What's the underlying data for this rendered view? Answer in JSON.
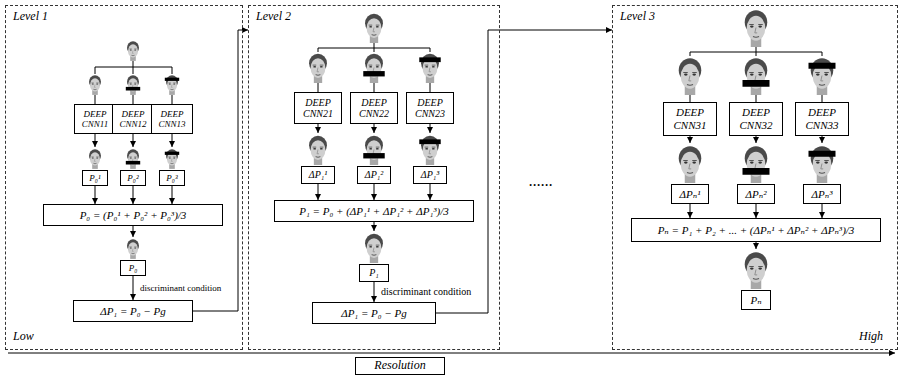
{
  "diagram": {
    "nodes": [
      {
        "text": [
          "Level 1"
        ]
      },
      {
        "text": [
          "DEEP CNN11"
        ],
        "in": 0
      },
      {
        "text": [
          "DEEP CNN12"
        ],
        "in": 0
      },
      {
        "text": [
          "DEEP CNN13"
        ],
        "in": 0
      },
      {
        "text": [
          "P₀¹"
        ],
        "in": 0
      },
      {
        "text": [
          "P₀²"
        ],
        "in": 0
      },
      {
        "text": [
          "P₀³"
        ],
        "in": 0
      },
      {
        "text": [
          "P₀ = (P₀¹ + P₀² + P₀³)/3"
        ],
        "in": 0
      },
      {
        "text": [
          "P₀"
        ],
        "in": 0
      },
      {
        "text": [
          "ΔP₁ = P₀ − Pg"
        ],
        "in": 0
      },
      {
        "text": [
          "Level 2"
        ]
      },
      {
        "text": [
          "DEEP CNN21"
        ],
        "in": 10
      },
      {
        "text": [
          "DEEP CNN22"
        ],
        "in": 10
      },
      {
        "text": [
          "DEEP CNN23"
        ],
        "in": 10
      },
      {
        "text": [
          "ΔP₁¹"
        ],
        "in": 10
      },
      {
        "text": [
          "ΔP₁²"
        ],
        "in": 10
      },
      {
        "text": [
          "ΔP₁³"
        ],
        "in": 10
      },
      {
        "text": [
          "P₁ = P₀ + (ΔP₁¹ + ΔP₁² + ΔP₁³)/3"
        ],
        "in": 10
      },
      {
        "text": [
          "P₁"
        ],
        "in": 10
      },
      {
        "text": [
          "ΔP₁ = P₀ − Pg"
        ],
        "in": 10
      },
      {
        "text": [
          "Level 3"
        ]
      },
      {
        "text": [
          "DEEP CNN31"
        ],
        "in": 20
      },
      {
        "text": [
          "DEEP CNN32"
        ],
        "in": 20
      },
      {
        "text": [
          "DEEP CNN33"
        ],
        "in": 20
      },
      {
        "text": [
          "ΔPₙ¹"
        ],
        "in": 20
      },
      {
        "text": [
          "ΔPₙ²"
        ],
        "in": 20
      },
      {
        "text": [
          "ΔPₙ³"
        ],
        "in": 20
      },
      {
        "text": [
          "Pₙ = P₁ + P₂ + ... + (ΔPₙ¹ + ΔPₙ² + ΔPₙ³)/3"
        ],
        "in": 20
      },
      {
        "text": [
          "Pₙ"
        ],
        "in": 20
      },
      {
        "text": [
          "Resolution"
        ]
      }
    ],
    "edges": [
      {
        "from": 4,
        "to": 7,
        "arrow": "to"
      },
      {
        "from": 5,
        "to": 7,
        "arrow": "to"
      },
      {
        "from": 6,
        "to": 7,
        "arrow": "to"
      },
      {
        "from": 8,
        "to": 9,
        "label": "discriminant condition",
        "arrow": "to"
      },
      {
        "from": 9,
        "to": 10,
        "arrow": "to"
      },
      {
        "from": 14,
        "to": 17,
        "arrow": "to"
      },
      {
        "from": 15,
        "to": 17,
        "arrow": "to"
      },
      {
        "from": 16,
        "to": 17,
        "arrow": "to"
      },
      {
        "from": 18,
        "to": 19,
        "label": "discriminant condition",
        "arrow": "to"
      },
      {
        "from": 19,
        "to": 20,
        "arrow": "to"
      },
      {
        "from": 24,
        "to": 27,
        "arrow": "to"
      },
      {
        "from": 25,
        "to": 27,
        "arrow": "to"
      },
      {
        "from": 26,
        "to": 27,
        "arrow": "to"
      }
    ],
    "labels": [
      "Low",
      "High",
      "......"
    ]
  }
}
